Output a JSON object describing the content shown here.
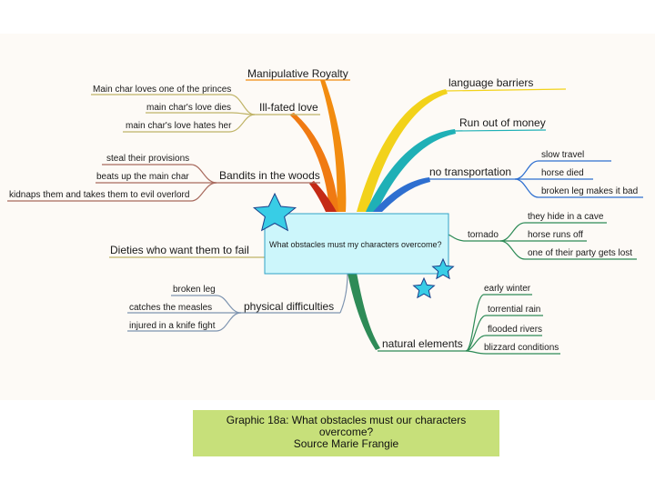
{
  "center": {
    "text": "What obstacles must my characters overcome?"
  },
  "branches": {
    "manipulative": {
      "label": "Manipulative Royalty"
    },
    "illfated": {
      "label": "Ill-fated love",
      "items": [
        "Main char loves one of the princes",
        "main char's love dies",
        "main char's love hates her"
      ]
    },
    "bandits": {
      "label": "Bandits in the woods",
      "items": [
        "steal their provisions",
        "beats up the main char",
        "kidnaps them and takes them to evil overlord"
      ]
    },
    "dieties": {
      "label": "Dieties who want them to fail"
    },
    "physical": {
      "label": "physical difficulties",
      "items": [
        "broken leg",
        "catches the measles",
        "injured in a knife fight"
      ]
    },
    "language": {
      "label": "language barriers"
    },
    "money": {
      "label": "Run out of money"
    },
    "transport": {
      "label": "no transportation",
      "items": [
        "slow travel",
        "horse died",
        "broken leg makes it bad"
      ]
    },
    "tornado": {
      "label": "tornado",
      "items": [
        "they hide in a cave",
        "horse runs off",
        "one of their party gets lost"
      ]
    },
    "natural": {
      "label": "natural elements",
      "items": [
        "early winter",
        "torrential rain",
        "flooded rivers",
        "blizzard conditions"
      ]
    }
  },
  "caption": {
    "line1": "Graphic 18a: What obstacles must our characters",
    "line2": "overcome?",
    "line3": "Source Marie Frangie"
  },
  "colors": {
    "stage_background": "#fdfaf6",
    "center_fill": "#ccf6fb",
    "center_stroke": "#2fa3c7",
    "star_fill": "#38cde6",
    "caption_background": "#c7e07a",
    "branch_red": "#c42a16",
    "branch_orange": "#f28c10",
    "branch_yellow": "#f2d21a",
    "branch_teal": "#1fb0b6",
    "branch_blue": "#2e6fd0",
    "branch_green": "#2e8b57",
    "branch_olive": "#c0b468",
    "branch_brown": "#a86a5e",
    "branch_slate": "#7e94b0"
  }
}
